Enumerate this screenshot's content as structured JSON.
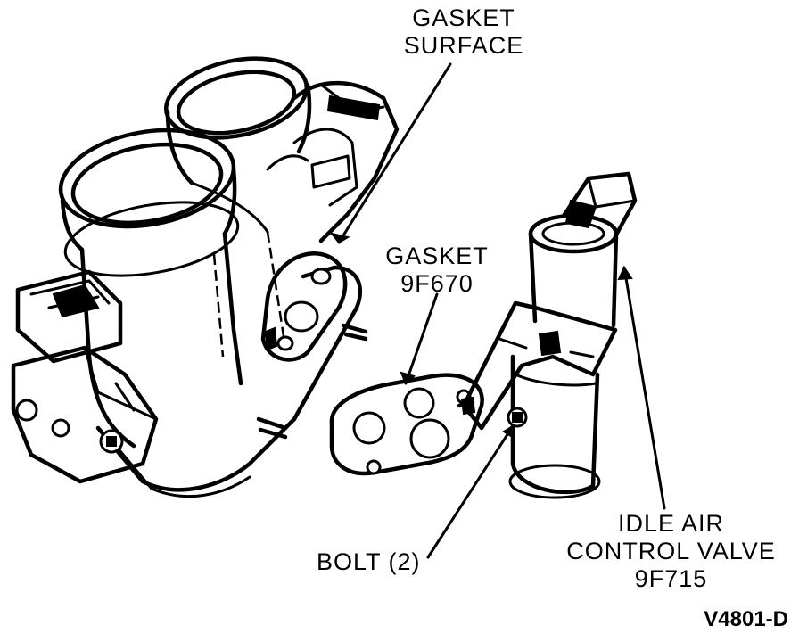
{
  "labels": {
    "gasket_surface": [
      "GASKET",
      "SURFACE"
    ],
    "gasket": [
      "GASKET",
      "9F670"
    ],
    "bolt": "BOLT (2)",
    "iac_valve": [
      "IDLE AIR",
      "CONTROL VALVE",
      "9F715"
    ]
  },
  "figure_id": "V4801-D"
}
